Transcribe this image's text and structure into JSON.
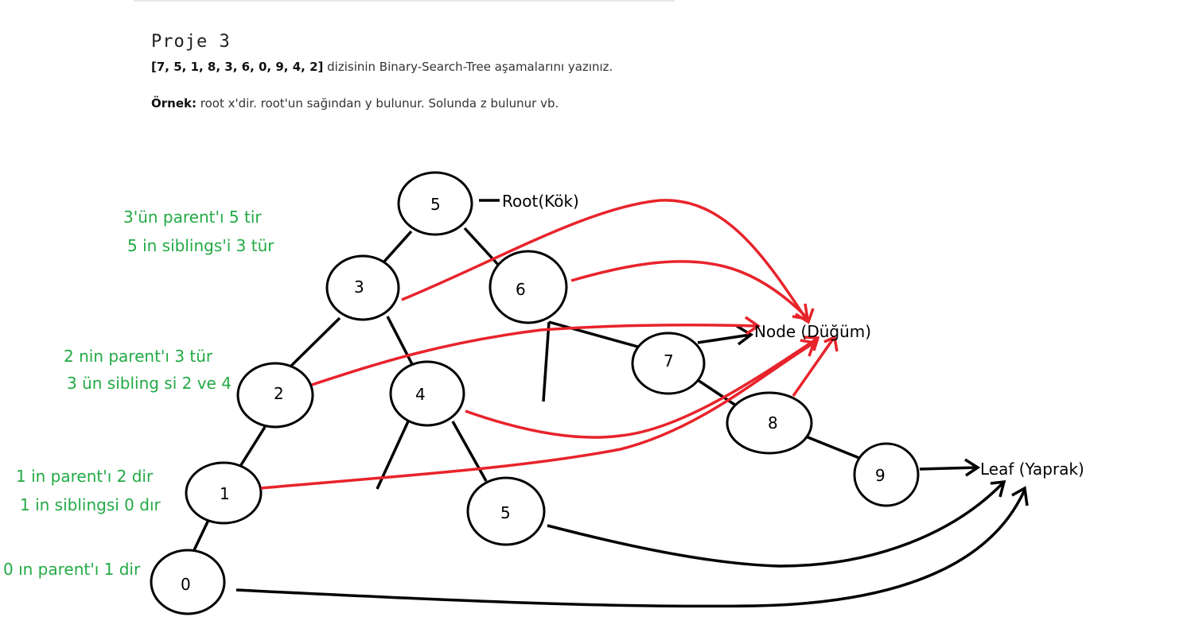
{
  "header": {
    "title": "Proje 3",
    "array_text": "[7, 5, 1, 8, 3, 6, 0, 9, 4, 2]",
    "desc_text": " dizisinin Binary-Search-Tree aşamalarını yazınız.",
    "example_label": "Örnek:",
    "example_text": " root x'dir. root'un sağından y bulunur. Solunda z bulunur vb."
  },
  "nodes": {
    "n5": "5",
    "n3": "3",
    "n6": "6",
    "n2": "2",
    "n4": "4",
    "n7": "7",
    "n1": "1",
    "n5b": "5",
    "n8": "8",
    "n0": "0",
    "n9": "9"
  },
  "annotations": {
    "root": "Root(Kök)",
    "node": "Node (Düğüm)",
    "leaf": "Leaf (Yaprak)"
  },
  "notes": {
    "a1": "3'ün parent'ı 5 tir",
    "a2": "5 in siblings'i 3 tür",
    "b1": "2 nin parent'ı 3 tür",
    "b2": "3 ün sibling si 2 ve 4",
    "c1": "1 in parent'ı 2 dir",
    "c2": "1 in siblingsi 0 dır",
    "d1": "0 ın parent'ı 1 dir"
  },
  "colors": {
    "arrow_red": "#e8232b",
    "note_green": "#22aa44",
    "ink": "#000000"
  }
}
